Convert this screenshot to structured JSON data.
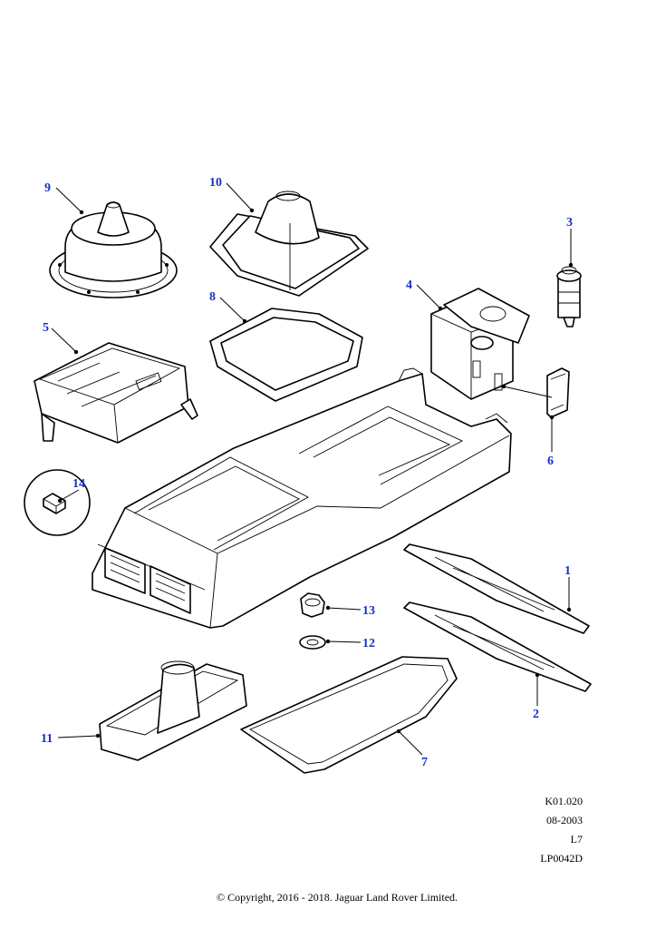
{
  "callouts": {
    "c1": "1",
    "c2": "2",
    "c3": "3",
    "c4": "4",
    "c5": "5",
    "c6": "6",
    "c7": "7",
    "c8": "8",
    "c9": "9",
    "c10": "10",
    "c11": "11",
    "c12": "12",
    "c13": "13",
    "c14": "14"
  },
  "reference": {
    "code": "K01.020",
    "date": "08-2003",
    "level": "L7",
    "illustration": "LP0042D"
  },
  "copyright": "© Copyright, 2016 - 2018. Jaguar Land Rover Limited.",
  "colors": {
    "callout": "#1a2fc8",
    "line": "#000000",
    "background": "#ffffff"
  }
}
